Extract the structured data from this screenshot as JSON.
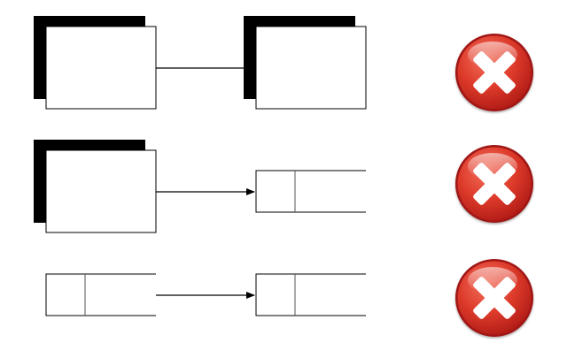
{
  "diagram": {
    "rows": [
      {
        "source": "shadowed-box",
        "target": "shadowed-box",
        "status": "invalid",
        "status_icon": "error-x-icon"
      },
      {
        "source": "shadowed-box",
        "target": "split-box",
        "status": "invalid",
        "status_icon": "error-x-icon"
      },
      {
        "source": "split-box",
        "target": "split-box",
        "status": "invalid",
        "status_icon": "error-x-icon"
      }
    ],
    "colors": {
      "stroke": "#000000",
      "fill": "#ffffff",
      "shadow": "#000000",
      "divider": "#555555",
      "status_light": "#f2715e",
      "status_dark": "#b31d17",
      "status_rim": "#a01812",
      "status_x": "#ffffff"
    }
  }
}
